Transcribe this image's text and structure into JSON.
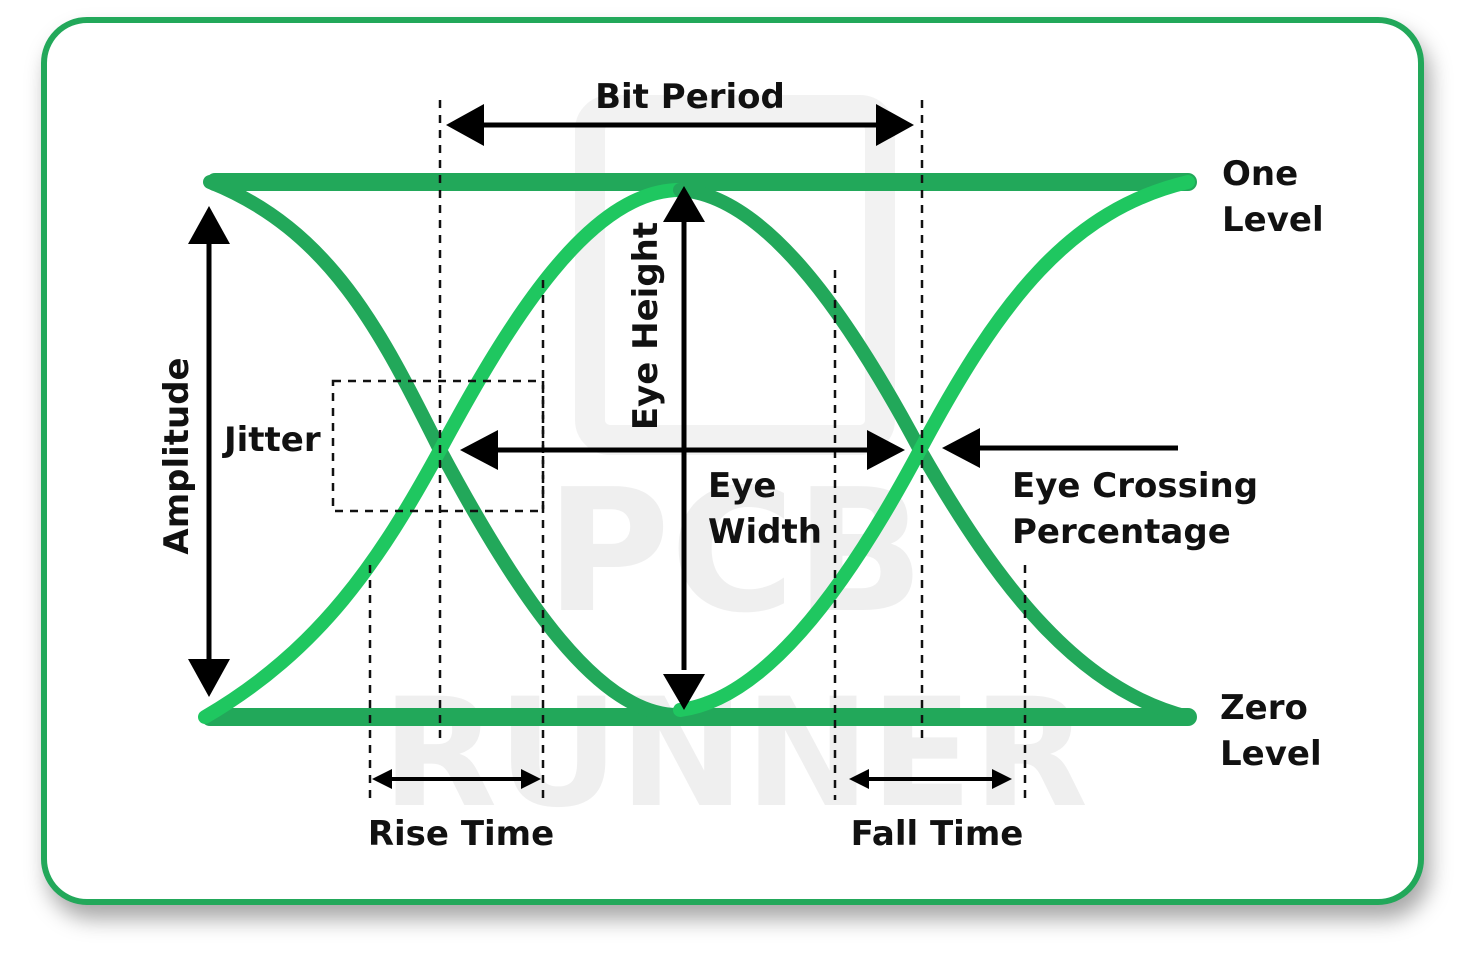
{
  "labels": {
    "bit_period": "Bit Period",
    "one_level_1": "One",
    "one_level_2": "Level",
    "zero_level_1": "Zero",
    "zero_level_2": "Level",
    "amplitude": "Amplitude",
    "jitter": "Jitter",
    "eye_height": "Eye Height",
    "eye_width_1": "Eye",
    "eye_width_2": "Width",
    "eye_crossing_1": "Eye Crossing",
    "eye_crossing_2": "Percentage",
    "rise_time": "Rise Time",
    "fall_time": "Fall Time"
  },
  "watermark": {
    "line1": "PCB",
    "line2": "RUNNER"
  },
  "colors": {
    "frame": "#22a85a",
    "trace_dark": "#22a85a",
    "trace_light": "#1fc760",
    "arrow": "#000000",
    "text": "#111111"
  }
}
